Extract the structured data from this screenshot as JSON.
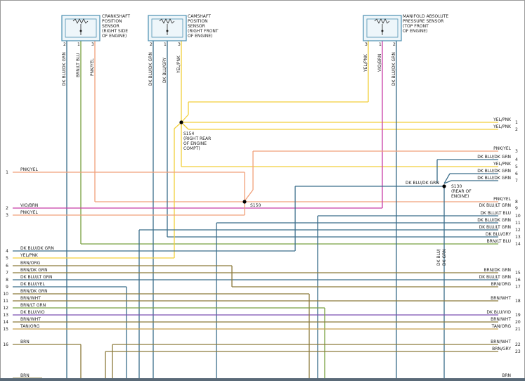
{
  "colors": {
    "dk_blu": "#3a6d8a",
    "brn": "#8c7a3a",
    "yel": "#f2cf3a",
    "pnk": "#f0a07a",
    "vio": "#c83fa8",
    "grn": "#78a040",
    "box": "#4a8fb0"
  },
  "sensors": {
    "ckp": {
      "name": [
        "CRANKSHAFT",
        "POSITION",
        "SENSOR",
        "(RIGHT SIDE",
        "OF ENGINE)"
      ],
      "pins": [
        "2",
        "1",
        "3"
      ],
      "wires": [
        "DK BLU/DK GRN",
        "BRN/LT BLU",
        "PNK/YEL"
      ]
    },
    "cmp": {
      "name": [
        "CAMSHAFT",
        "POSITION",
        "SENSOR",
        "(RIGHT FRONT",
        "OF ENGINE)"
      ],
      "pins": [
        "2",
        "1",
        "3"
      ],
      "wires": [
        "DK BLU/DK GRN",
        "DK BLU/GRY",
        "YEL/PNK"
      ]
    },
    "map": {
      "name": [
        "MANIFOLD ABSOLUTE",
        "PRESSURE SENSOR",
        "(TOP FRONT",
        "OF ENGINE)"
      ],
      "pins": [
        "3",
        "1",
        "2"
      ],
      "wires": [
        "YEL/PNK",
        "VIO/BRN",
        "DK BLU/DK GRN"
      ]
    }
  },
  "splices": {
    "s154": [
      "S154",
      "(RIGHT REAR",
      "OF ENGINE",
      "COMPT)"
    ],
    "s150": [
      "S150"
    ],
    "s130": [
      "S130",
      "(REAR OF",
      "ENGINE)"
    ],
    "s130_in": "DK BLU/DK GRN"
  },
  "left_pins": [
    {
      "pin": "1",
      "label": "PNK/YEL"
    },
    {
      "pin": "2",
      "label": "VIO/BRN"
    },
    {
      "pin": "3",
      "label": "PNK/YEL"
    },
    {
      "pin": "4",
      "label": "DK BLU/DK GRN"
    },
    {
      "pin": "5",
      "label": "YEL/PNK"
    },
    {
      "pin": "6",
      "label": "BRN/ORG"
    },
    {
      "pin": "7",
      "label": "BRN/DK GRN"
    },
    {
      "pin": "8",
      "label": "DK BLU/LT GRN"
    },
    {
      "pin": "9",
      "label": "DK BLU/YEL"
    },
    {
      "pin": "10",
      "label": "BRN/DK GRN"
    },
    {
      "pin": "11",
      "label": "BRN/WHT"
    },
    {
      "pin": "12",
      "label": "BRN/LT GRN"
    },
    {
      "pin": "13",
      "label": "DK BLU/VIO"
    },
    {
      "pin": "14",
      "label": "BRN/WHT"
    },
    {
      "pin": "15",
      "label": "TAN/ORG"
    },
    {
      "pin": "16",
      "label": "BRN"
    },
    {
      "pin": "",
      "label": "BRN"
    }
  ],
  "right_pins": [
    {
      "pin": "1",
      "label": "YEL/PNK"
    },
    {
      "pin": "2",
      "label": "YEL/PNK"
    },
    {
      "pin": "3",
      "label": "PNK/YEL"
    },
    {
      "pin": "4",
      "label": "DK BLU/DK GRN"
    },
    {
      "pin": "5",
      "label": "YEL/PNK"
    },
    {
      "pin": "6",
      "label": "DK BLU/DK GRN"
    },
    {
      "pin": "7",
      "label": "DK BLU/DK GRN"
    },
    {
      "pin": "8",
      "label": "PNK/YEL"
    },
    {
      "pin": "9",
      "label": "DK BLU/LT GRN"
    },
    {
      "pin": "10",
      "label": "DK BLU/LT BLU"
    },
    {
      "pin": "11",
      "label": "DK BLU/DK GRN"
    },
    {
      "pin": "12",
      "label": "DK BLU/LT GRN"
    },
    {
      "pin": "13",
      "label": "DK BLU/GRY"
    },
    {
      "pin": "14",
      "label": "BRN/LT BLU"
    },
    {
      "pin": "15",
      "label": "BRN/DK GRN"
    },
    {
      "pin": "16",
      "label": "DK BLU/LT GRN"
    },
    {
      "pin": "17",
      "label": "BRN/ORG"
    },
    {
      "pin": "18",
      "label": "BRN/WHT"
    },
    {
      "pin": "19",
      "label": "DK BLU/VIO"
    },
    {
      "pin": "20",
      "label": "BRN/WHT"
    },
    {
      "pin": "21",
      "label": "TAN/ORG"
    },
    {
      "pin": "22",
      "label": "BRN/WHT"
    },
    {
      "pin": "23",
      "label": "BRN/GRY"
    },
    {
      "pin": "",
      "label": "BRN"
    }
  ],
  "vertical_label": [
    "DK BLU/",
    "DK GRN"
  ]
}
